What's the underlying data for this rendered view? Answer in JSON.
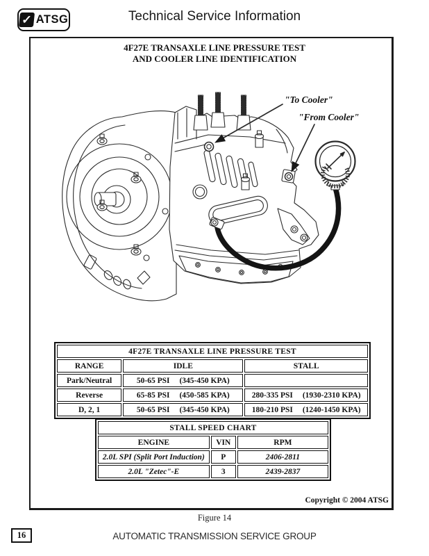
{
  "header": {
    "title": "Technical Service Information",
    "logo_text": "ATSG",
    "logo_check": "✓"
  },
  "figure": {
    "title_line1": "4F27E TRANSAXLE LINE PRESSURE TEST",
    "title_line2": "AND COOLER LINE IDENTIFICATION",
    "label_to_cooler": "\"To Cooler\"",
    "label_from_cooler": "\"From Cooler\"",
    "copyright": "Copyright © 2004 ATSG",
    "caption": "Figure 14"
  },
  "pressure_table": {
    "title": "4F27E TRANSAXLE LINE PRESSURE TEST",
    "headers": {
      "range": "RANGE",
      "idle": "IDLE",
      "stall": "STALL"
    },
    "rows": [
      {
        "range": "Park/Neutral",
        "idle_psi": "50-65 PSI",
        "idle_kpa": "(345-450 KPA)",
        "stall_psi": "",
        "stall_kpa": ""
      },
      {
        "range": "Reverse",
        "idle_psi": "65-85 PSI",
        "idle_kpa": "(450-585 KPA)",
        "stall_psi": "280-335 PSI",
        "stall_kpa": "(1930-2310 KPA)"
      },
      {
        "range": "D, 2, 1",
        "idle_psi": "50-65 PSI",
        "idle_kpa": "(345-450 KPA)",
        "stall_psi": "180-210 PSI",
        "stall_kpa": "(1240-1450 KPA)"
      }
    ]
  },
  "stall_table": {
    "title": "STALL SPEED CHART",
    "headers": {
      "engine": "ENGINE",
      "vin": "VIN",
      "rpm": "RPM"
    },
    "rows": [
      {
        "engine": "2.0L SPI (Split Port Induction)",
        "vin": "P",
        "rpm": "2406-2811"
      },
      {
        "engine": "2.0L \"Zetec\"-E",
        "vin": "3",
        "rpm": "2439-2837"
      }
    ]
  },
  "footer": {
    "page_number": "16",
    "text": "AUTOMATIC TRANSMISSION SERVICE GROUP"
  }
}
